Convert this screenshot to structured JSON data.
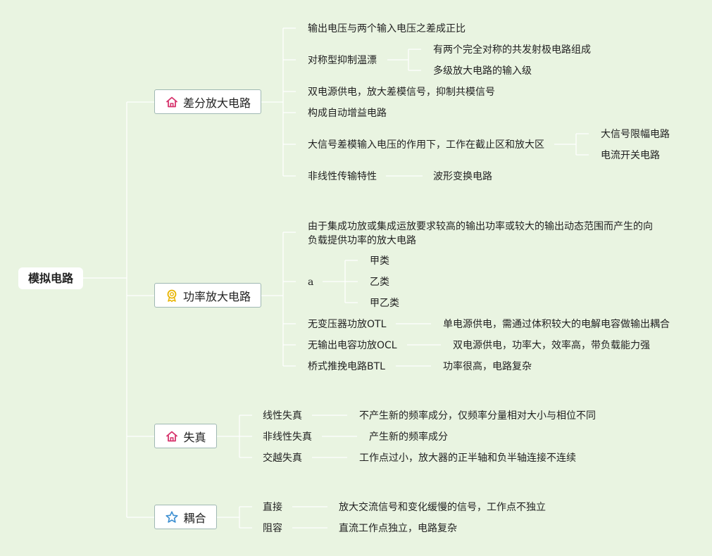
{
  "root": "模拟电路",
  "branches": {
    "diff": {
      "title": "差分放大电路",
      "icon": "house-icon",
      "items": {
        "i0": "输出电压与两个输入电压之差成正比",
        "i1": "对称型抑制温漂",
        "i1c0": "有两个完全对称的共发射极电路组成",
        "i1c1": "多级放大电路的输入级",
        "i2": "双电源供电，放大差模信号，抑制共模信号",
        "i3": "构成自动增益电路",
        "i4": "大信号差模输入电压的作用下，工作在截止区和放大区",
        "i4c0": "大信号限幅电路",
        "i4c1": "电流开关电路",
        "i5": "非线性传输特性",
        "i5c0": "波形变换电路"
      }
    },
    "power": {
      "title": "功率放大电路",
      "icon": "award-ribbon-icon",
      "items": {
        "i0": "由于集成功放或集成运放要求较高的输出功率或较大的输出动态范围而产生的向负载提供功率的放大电路",
        "i1": "a",
        "i1c0": "甲类",
        "i1c1": "乙类",
        "i1c2": "甲乙类",
        "i2": "无变压器功放OTL",
        "i2c0": "单电源供电，需通过体积较大的电解电容做输出耦合",
        "i3": "无输出电容功放OCL",
        "i3c0": "双电源供电，功率大，效率高，带负载能力强",
        "i4": "桥式推挽电路BTL",
        "i4c0": "功率很高，电路复杂"
      }
    },
    "distortion": {
      "title": "失真",
      "icon": "house-icon",
      "items": {
        "i0": "线性失真",
        "i0c0": "不产生新的频率成分，仅频率分量相对大小与相位不同",
        "i1": "非线性失真",
        "i1c0": "产生新的频率成分",
        "i2": "交越失真",
        "i2c0": "工作点过小，放大器的正半轴和负半轴连接不连续"
      }
    },
    "coupling": {
      "title": "耦合",
      "icon": "star-icon",
      "items": {
        "i0": "直接",
        "i0c0": "放大交流信号和变化缓慢的信号，工作点不独立",
        "i1": "阻容",
        "i1c0": "直流工作点独立，电路复杂"
      }
    }
  },
  "colors": {
    "background": "#e9f4e1",
    "line": "#ffffff",
    "branch_border": "#9fb8b3",
    "house_icon": "#d6336c",
    "award_icon": "#e8b400",
    "star_icon": "#3d8fd1"
  }
}
